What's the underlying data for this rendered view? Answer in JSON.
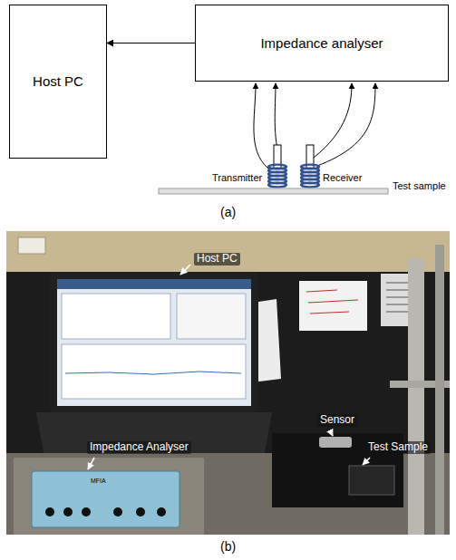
{
  "diagram": {
    "nodes": [
      {
        "text": [
          "Host PC"
        ]
      },
      {
        "text": [
          "Impedance analyser"
        ]
      }
    ],
    "edges": [
      {
        "from": 1,
        "to": 0,
        "arrow": "to"
      }
    ],
    "labels": [
      "Transmitter",
      "Receiver",
      "Test sample",
      "(a)",
      "Host PC",
      "Sensor",
      "Test Sample",
      "Impedance Analyser",
      "MFIA",
      "(b)"
    ]
  }
}
